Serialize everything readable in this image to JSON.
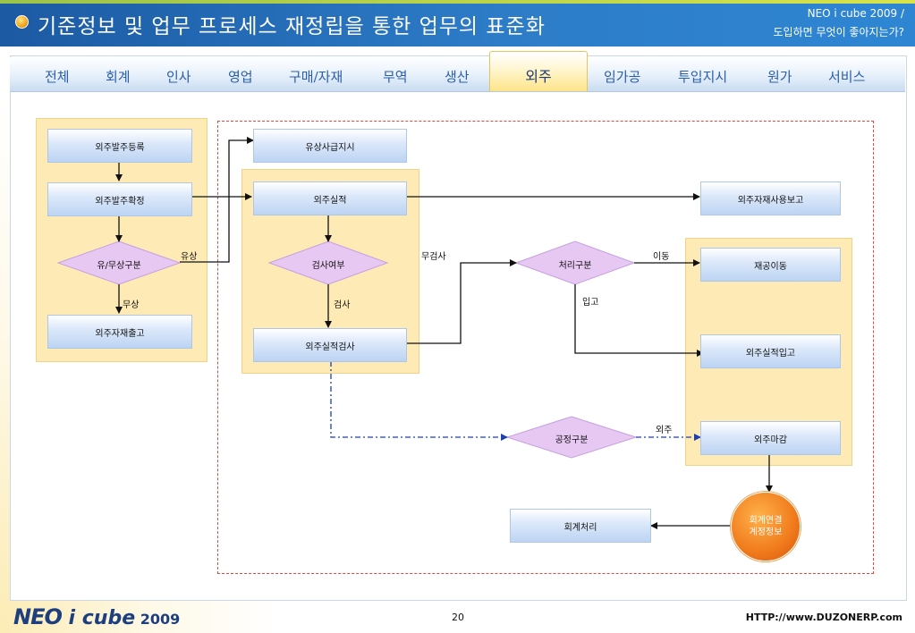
{
  "header": {
    "title": "기준정보 및 업무 프로세스 재정립을 통한 업무의 표준화",
    "brand_line1": "NEO i cube 2009 /",
    "brand_line2": "도입하면 무엇이 좋아지는가?"
  },
  "tabs": [
    "전체",
    "회계",
    "인사",
    "영업",
    "구매/자재",
    "무역",
    "생산",
    "외주",
    "임가공",
    "투입지시",
    "원가",
    "서비스"
  ],
  "active_tab": "외주",
  "nodes": {
    "order_register": "외주발주등록",
    "order_confirm": "외주발주확정",
    "paid_free_split": "유/무상구분",
    "material_issue": "외주자재출고",
    "paid_supply_order": "유상사급지시",
    "outsourcing_result": "외주실적",
    "inspection_check": "검사여부",
    "result_inspection": "외주실적검사",
    "material_usage_report": "외주자재사용보고",
    "process_split": "처리구분",
    "wip_transfer": "재공이동",
    "result_receipt": "외주실적입고",
    "process_type_split": "공정구분",
    "outsourcing_close": "외주마감",
    "accounting_link_line1": "회계연결",
    "accounting_link_line2": "계정정보",
    "accounting_processing": "회계처리"
  },
  "edge_labels": {
    "paid": "유상",
    "free": "무상",
    "no_inspection": "무검사",
    "inspection": "검사",
    "transfer": "이동",
    "receipt": "입고",
    "outsourcing": "외주"
  },
  "colors": {
    "header_blue": "#1c5aa3",
    "zone_yellow": "#fdeab4",
    "decision_purple": "#e6c8f3",
    "dashed_red": "#e8453c",
    "circle_orange": "#f07a1c"
  },
  "footer": {
    "logo_neo": "NEO",
    "logo_icube": " i cube",
    "logo_year": " 2009",
    "page_number": "20",
    "url": "HTTP://www.DUZONERP.com"
  }
}
